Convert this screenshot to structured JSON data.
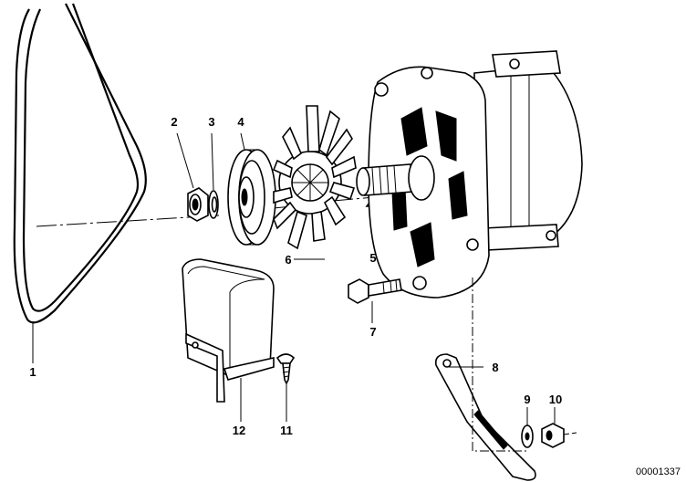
{
  "callouts": [
    {
      "id": "1",
      "label": "1"
    },
    {
      "id": "2",
      "label": "2"
    },
    {
      "id": "3",
      "label": "3"
    },
    {
      "id": "4",
      "label": "4"
    },
    {
      "id": "5",
      "label": "5"
    },
    {
      "id": "6",
      "label": "6"
    },
    {
      "id": "7",
      "label": "7"
    },
    {
      "id": "8",
      "label": "8"
    },
    {
      "id": "9",
      "label": "9"
    },
    {
      "id": "10",
      "label": "10"
    },
    {
      "id": "11",
      "label": "11"
    },
    {
      "id": "12",
      "label": "12"
    }
  ],
  "document_number": "00001337",
  "colors": {
    "ink": "#000000",
    "paper": "#ffffff"
  }
}
